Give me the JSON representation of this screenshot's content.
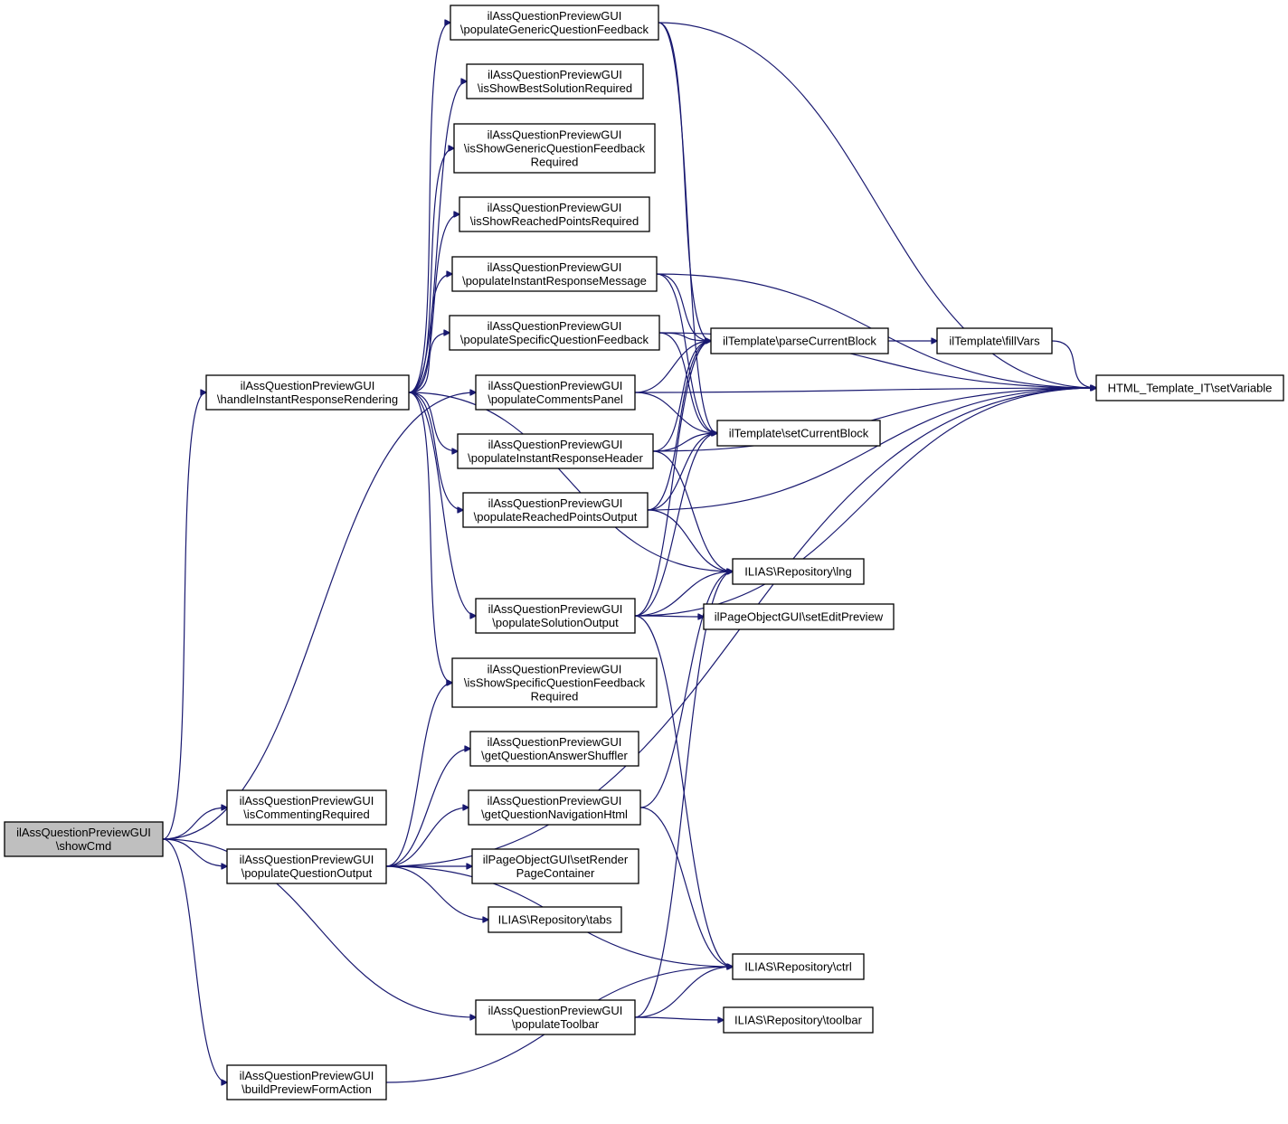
{
  "diagram": {
    "type": "call-graph",
    "edge_color": "#191970",
    "root_fill": "#bfbfbf",
    "nodes": [
      {
        "id": "showCmd",
        "lines": [
          "ilAssQuestionPreviewGUI",
          "\\showCmd"
        ],
        "root": true
      },
      {
        "id": "handleInstantResponseRendering",
        "lines": [
          "ilAssQuestionPreviewGUI",
          "\\handleInstantResponseRendering"
        ]
      },
      {
        "id": "isCommentingRequired",
        "lines": [
          "ilAssQuestionPreviewGUI",
          "\\isCommentingRequired"
        ]
      },
      {
        "id": "populateQuestionOutput",
        "lines": [
          "ilAssQuestionPreviewGUI",
          "\\populateQuestionOutput"
        ]
      },
      {
        "id": "buildPreviewFormAction",
        "lines": [
          "ilAssQuestionPreviewGUI",
          "\\buildPreviewFormAction"
        ]
      },
      {
        "id": "populateGenericQuestionFeedback",
        "lines": [
          "ilAssQuestionPreviewGUI",
          "\\populateGenericQuestionFeedback"
        ]
      },
      {
        "id": "isShowBestSolutionRequired",
        "lines": [
          "ilAssQuestionPreviewGUI",
          "\\isShowBestSolutionRequired"
        ]
      },
      {
        "id": "isShowGenericQuestionFeedbackRequired",
        "lines": [
          "ilAssQuestionPreviewGUI",
          "\\isShowGenericQuestionFeedback",
          "Required"
        ]
      },
      {
        "id": "isShowReachedPointsRequired",
        "lines": [
          "ilAssQuestionPreviewGUI",
          "\\isShowReachedPointsRequired"
        ]
      },
      {
        "id": "populateInstantResponseMessage",
        "lines": [
          "ilAssQuestionPreviewGUI",
          "\\populateInstantResponseMessage"
        ]
      },
      {
        "id": "populateSpecificQuestionFeedback",
        "lines": [
          "ilAssQuestionPreviewGUI",
          "\\populateSpecificQuestionFeedback"
        ]
      },
      {
        "id": "populateCommentsPanel",
        "lines": [
          "ilAssQuestionPreviewGUI",
          "\\populateCommentsPanel"
        ]
      },
      {
        "id": "populateInstantResponseHeader",
        "lines": [
          "ilAssQuestionPreviewGUI",
          "\\populateInstantResponseHeader"
        ]
      },
      {
        "id": "populateReachedPointsOutput",
        "lines": [
          "ilAssQuestionPreviewGUI",
          "\\populateReachedPointsOutput"
        ]
      },
      {
        "id": "populateSolutionOutput",
        "lines": [
          "ilAssQuestionPreviewGUI",
          "\\populateSolutionOutput"
        ]
      },
      {
        "id": "isShowSpecificQuestionFeedbackRequired",
        "lines": [
          "ilAssQuestionPreviewGUI",
          "\\isShowSpecificQuestionFeedback",
          "Required"
        ]
      },
      {
        "id": "getQuestionAnswerShuffler",
        "lines": [
          "ilAssQuestionPreviewGUI",
          "\\getQuestionAnswerShuffler"
        ]
      },
      {
        "id": "getQuestionNavigationHtml",
        "lines": [
          "ilAssQuestionPreviewGUI",
          "\\getQuestionNavigationHtml"
        ]
      },
      {
        "id": "setRenderPageContainer",
        "lines": [
          "ilPageObjectGUI\\setRender",
          "PageContainer"
        ]
      },
      {
        "id": "tabs",
        "lines": [
          "ILIAS\\Repository\\tabs"
        ]
      },
      {
        "id": "populateToolbar",
        "lines": [
          "ilAssQuestionPreviewGUI",
          "\\populateToolbar"
        ]
      },
      {
        "id": "parseCurrentBlock",
        "lines": [
          "ilTemplate\\parseCurrentBlock"
        ]
      },
      {
        "id": "setCurrentBlock",
        "lines": [
          "ilTemplate\\setCurrentBlock"
        ]
      },
      {
        "id": "lng",
        "lines": [
          "ILIAS\\Repository\\lng"
        ]
      },
      {
        "id": "setEditPreview",
        "lines": [
          "ilPageObjectGUI\\setEditPreview"
        ]
      },
      {
        "id": "ctrl",
        "lines": [
          "ILIAS\\Repository\\ctrl"
        ]
      },
      {
        "id": "toolbar",
        "lines": [
          "ILIAS\\Repository\\toolbar"
        ]
      },
      {
        "id": "fillVars",
        "lines": [
          "ilTemplate\\fillVars"
        ]
      },
      {
        "id": "setVariable",
        "lines": [
          "HTML_Template_IT\\setVariable"
        ]
      }
    ],
    "edges": [
      {
        "from": "showCmd",
        "to": "handleInstantResponseRendering"
      },
      {
        "from": "showCmd",
        "to": "populateCommentsPanel"
      },
      {
        "from": "showCmd",
        "to": "isCommentingRequired"
      },
      {
        "from": "showCmd",
        "to": "populateQuestionOutput"
      },
      {
        "from": "showCmd",
        "to": "populateToolbar"
      },
      {
        "from": "showCmd",
        "to": "buildPreviewFormAction"
      },
      {
        "from": "handleInstantResponseRendering",
        "to": "populateGenericQuestionFeedback"
      },
      {
        "from": "handleInstantResponseRendering",
        "to": "isShowBestSolutionRequired"
      },
      {
        "from": "handleInstantResponseRendering",
        "to": "isShowGenericQuestionFeedbackRequired"
      },
      {
        "from": "handleInstantResponseRendering",
        "to": "isShowReachedPointsRequired"
      },
      {
        "from": "handleInstantResponseRendering",
        "to": "populateInstantResponseMessage"
      },
      {
        "from": "handleInstantResponseRendering",
        "to": "populateSpecificQuestionFeedback"
      },
      {
        "from": "handleInstantResponseRendering",
        "to": "populateInstantResponseHeader"
      },
      {
        "from": "handleInstantResponseRendering",
        "to": "populateReachedPointsOutput"
      },
      {
        "from": "handleInstantResponseRendering",
        "to": "populateSolutionOutput"
      },
      {
        "from": "handleInstantResponseRendering",
        "to": "isShowSpecificQuestionFeedbackRequired"
      },
      {
        "from": "handleInstantResponseRendering",
        "to": "lng"
      },
      {
        "from": "populateGenericQuestionFeedback",
        "to": "parseCurrentBlock"
      },
      {
        "from": "populateGenericQuestionFeedback",
        "to": "setCurrentBlock"
      },
      {
        "from": "populateGenericQuestionFeedback",
        "to": "setVariable"
      },
      {
        "from": "populateInstantResponseMessage",
        "to": "parseCurrentBlock"
      },
      {
        "from": "populateInstantResponseMessage",
        "to": "setCurrentBlock"
      },
      {
        "from": "populateInstantResponseMessage",
        "to": "setVariable"
      },
      {
        "from": "populateSpecificQuestionFeedback",
        "to": "parseCurrentBlock"
      },
      {
        "from": "populateSpecificQuestionFeedback",
        "to": "setCurrentBlock"
      },
      {
        "from": "populateSpecificQuestionFeedback",
        "to": "setVariable"
      },
      {
        "from": "populateCommentsPanel",
        "to": "parseCurrentBlock"
      },
      {
        "from": "populateCommentsPanel",
        "to": "setCurrentBlock"
      },
      {
        "from": "populateCommentsPanel",
        "to": "setVariable"
      },
      {
        "from": "populateInstantResponseHeader",
        "to": "parseCurrentBlock"
      },
      {
        "from": "populateInstantResponseHeader",
        "to": "setCurrentBlock"
      },
      {
        "from": "populateInstantResponseHeader",
        "to": "setVariable"
      },
      {
        "from": "populateInstantResponseHeader",
        "to": "lng"
      },
      {
        "from": "populateReachedPointsOutput",
        "to": "parseCurrentBlock"
      },
      {
        "from": "populateReachedPointsOutput",
        "to": "setCurrentBlock"
      },
      {
        "from": "populateReachedPointsOutput",
        "to": "setVariable"
      },
      {
        "from": "populateReachedPointsOutput",
        "to": "lng"
      },
      {
        "from": "populateSolutionOutput",
        "to": "parseCurrentBlock"
      },
      {
        "from": "populateSolutionOutput",
        "to": "setCurrentBlock"
      },
      {
        "from": "populateSolutionOutput",
        "to": "lng"
      },
      {
        "from": "populateSolutionOutput",
        "to": "setEditPreview"
      },
      {
        "from": "populateSolutionOutput",
        "to": "setVariable"
      },
      {
        "from": "populateSolutionOutput",
        "to": "ctrl"
      },
      {
        "from": "parseCurrentBlock",
        "to": "fillVars"
      },
      {
        "from": "fillVars",
        "to": "setVariable"
      },
      {
        "from": "populateQuestionOutput",
        "to": "isShowSpecificQuestionFeedbackRequired"
      },
      {
        "from": "populateQuestionOutput",
        "to": "getQuestionAnswerShuffler"
      },
      {
        "from": "populateQuestionOutput",
        "to": "getQuestionNavigationHtml"
      },
      {
        "from": "populateQuestionOutput",
        "to": "setRenderPageContainer"
      },
      {
        "from": "populateQuestionOutput",
        "to": "tabs"
      },
      {
        "from": "populateQuestionOutput",
        "to": "ctrl"
      },
      {
        "from": "populateQuestionOutput",
        "to": "setVariable"
      },
      {
        "from": "getQuestionNavigationHtml",
        "to": "lng"
      },
      {
        "from": "getQuestionNavigationHtml",
        "to": "ctrl"
      },
      {
        "from": "populateToolbar",
        "to": "lng"
      },
      {
        "from": "populateToolbar",
        "to": "ctrl"
      },
      {
        "from": "populateToolbar",
        "to": "toolbar"
      },
      {
        "from": "buildPreviewFormAction",
        "to": "ctrl"
      }
    ]
  }
}
